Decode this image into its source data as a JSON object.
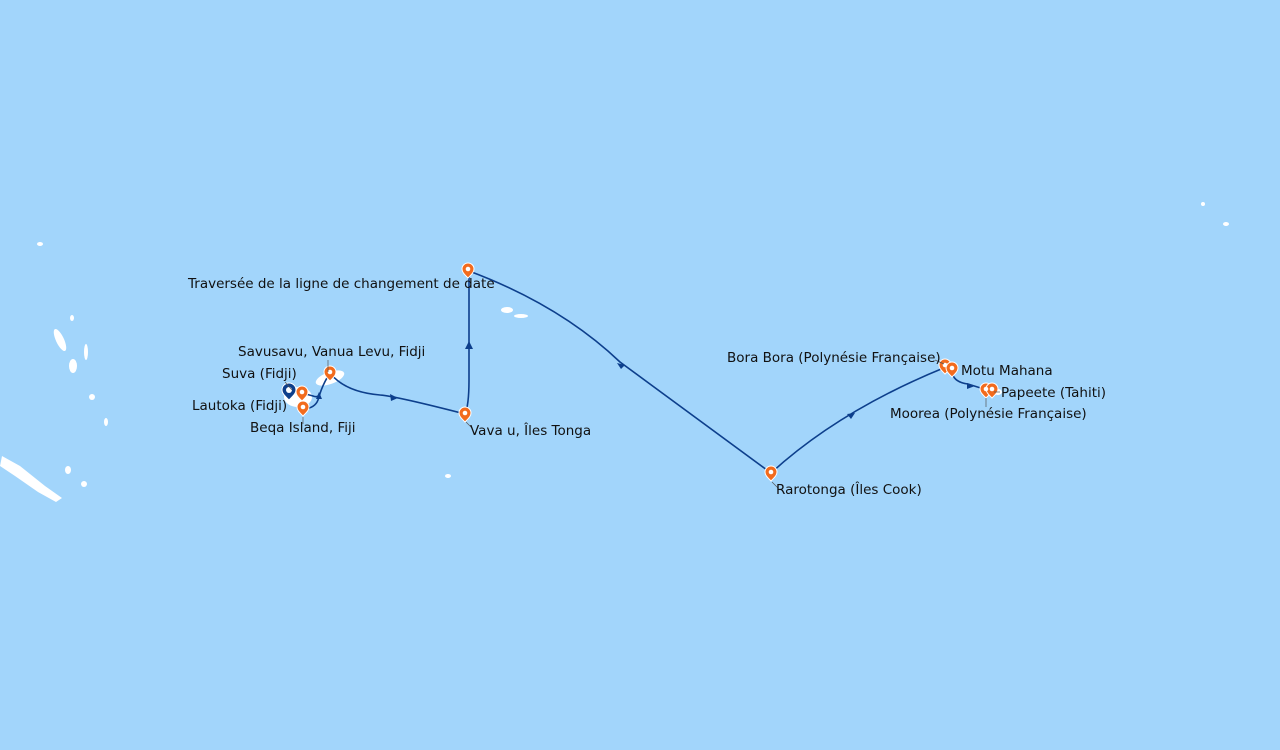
{
  "map": {
    "colors": {
      "ocean": "#a2d5fb",
      "land": "#ffffff",
      "route": "#0d3f8c",
      "port_marker": "#f26b1d",
      "start_marker": "#0d3f8c"
    },
    "ports": [
      {
        "name": "Traversée de la ligne de changement de date"
      },
      {
        "name": "Savusavu, Vanua Levu, Fidji"
      },
      {
        "name": "Suva (Fidji)"
      },
      {
        "name": "Lautoka (Fidji)"
      },
      {
        "name": "Beqa Island, Fiji"
      },
      {
        "name": "Vava u, Îles Tonga"
      },
      {
        "name": "Bora Bora (Polynésie Française)"
      },
      {
        "name": "Motu Mahana"
      },
      {
        "name": "Papeete (Tahiti)"
      },
      {
        "name": "Moorea (Polynésie Française)"
      },
      {
        "name": "Rarotonga (Îles Cook)"
      }
    ]
  }
}
